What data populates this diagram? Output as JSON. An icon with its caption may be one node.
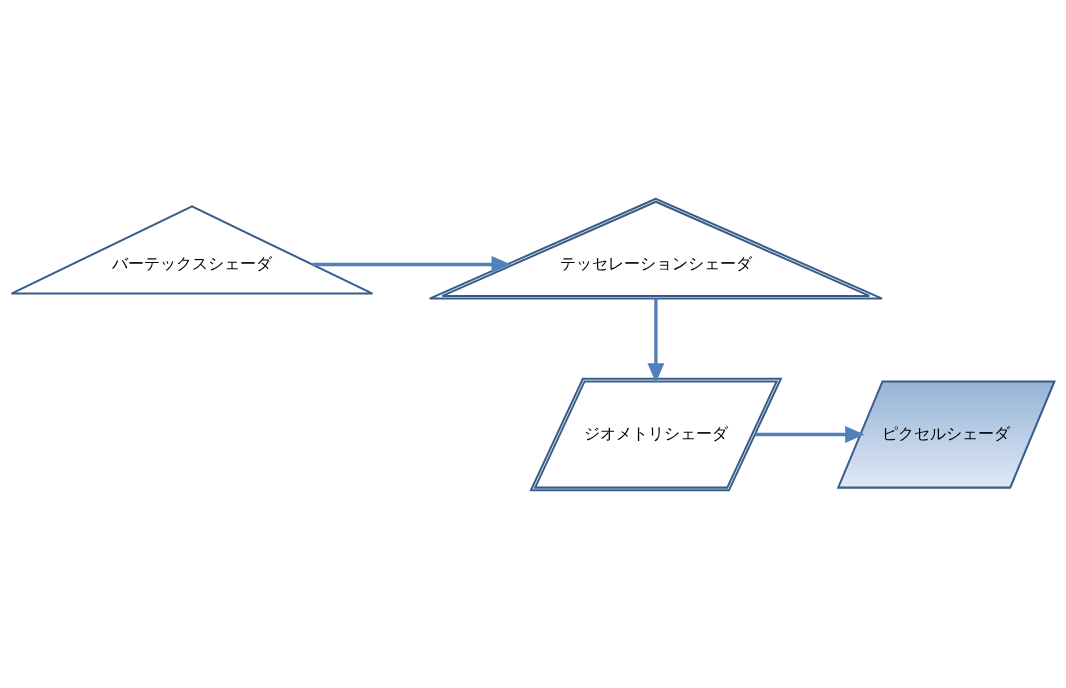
{
  "diagram": {
    "nodes": [
      {
        "text": [
          "バーテックスシェーダ"
        ]
      },
      {
        "text": [
          "テッセレーションシェーダ"
        ]
      },
      {
        "text": [
          "ジオメトリシェーダ"
        ]
      },
      {
        "text": [
          "ピクセルシェーダ"
        ]
      }
    ],
    "edges": [
      {
        "from": 0,
        "to": 1,
        "arrow": "to"
      },
      {
        "from": 1,
        "to": 2,
        "arrow": "to"
      },
      {
        "from": 2,
        "to": 3,
        "arrow": "to"
      }
    ]
  }
}
